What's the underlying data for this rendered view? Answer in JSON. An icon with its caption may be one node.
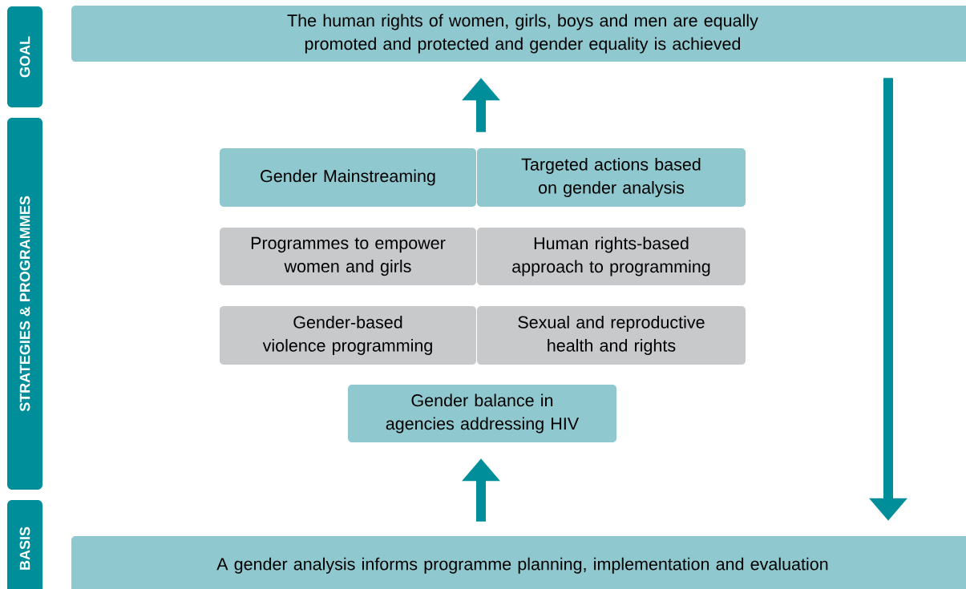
{
  "diagram": {
    "nodes": [
      {
        "text": [
          "GOAL"
        ]
      },
      {
        "text": [
          "STRATEGIES & PROGRAMMES"
        ]
      },
      {
        "text": [
          "BASIS"
        ]
      },
      {
        "text": [
          "The human rights of women, girls, boys and men are equally promoted and protected and gender equality is achieved"
        ]
      },
      {
        "text": [
          "Gender Mainstreaming"
        ]
      },
      {
        "text": [
          "Targeted actions based on gender analysis"
        ]
      },
      {
        "text": [
          "Programmes to empower women and girls"
        ]
      },
      {
        "text": [
          "Human rights-based approach to programming"
        ]
      },
      {
        "text": [
          "Gender-based violence programming"
        ]
      },
      {
        "text": [
          "Sexual and reproductive health and rights"
        ]
      },
      {
        "text": [
          "Gender balance in agencies addressing HIV"
        ]
      },
      {
        "text": [
          "A gender analysis informs programme planning, implementation and evaluation"
        ]
      }
    ],
    "edges": [
      {
        "from": 5,
        "to": 3,
        "arrow": "to"
      },
      {
        "from": 11,
        "to": 10,
        "arrow": "to"
      },
      {
        "from": 3,
        "to": 11,
        "arrow": "to"
      }
    ]
  }
}
